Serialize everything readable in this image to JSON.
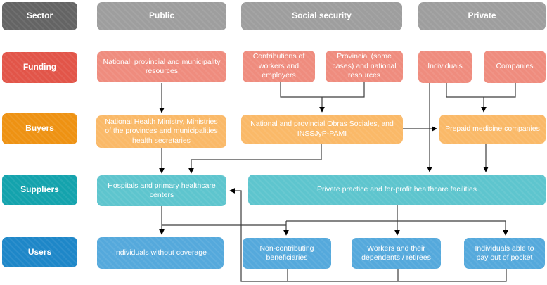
{
  "palette": {
    "sector_label_bg": "#646464",
    "column_header_bg": "#9e9e9e",
    "funding_label_bg": "#e25549",
    "funding_box_bg": "#ef8c7e",
    "buyers_label_bg": "#ee9213",
    "buyers_box_bg": "#fab968",
    "suppliers_label_bg": "#14a3ad",
    "suppliers_box_bg": "#5ec5ce",
    "users_label_bg": "#1e87c8",
    "users_box_bg": "#55a9dc",
    "text_color": "#ffffff",
    "connector_color": "#3d3d3d"
  },
  "row_labels": {
    "sector": "Sector",
    "funding": "Funding",
    "buyers": "Buyers",
    "suppliers": "Suppliers",
    "users": "Users"
  },
  "column_headers": {
    "public": "Public",
    "social_security": "Social security",
    "private": "Private"
  },
  "funding": {
    "public": "National, provincial and municipality resources",
    "ss_contributions": "Contributions of workers and employers",
    "ss_provincial": "Provincial (some cases) and national resources",
    "private_individuals": "Individuals",
    "private_companies": "Companies"
  },
  "buyers": {
    "public": "National Health Ministry, Ministries of the provinces and municipalities health secretaries",
    "social_security": "National and provincial Obras Sociales, and INSSJyP-PAMI",
    "private": "Prepaid medicine companies"
  },
  "suppliers": {
    "public": "Hospitals and primary healthcare centers",
    "private": "Private practice and for-profit healthcare facilities"
  },
  "users": {
    "no_coverage": "Individuals without coverage",
    "non_contributing": "Non-contributing beneficiaries",
    "workers": "Workers and their dependents / retirees",
    "out_of_pocket": "Individuals able to pay out of pocket"
  }
}
